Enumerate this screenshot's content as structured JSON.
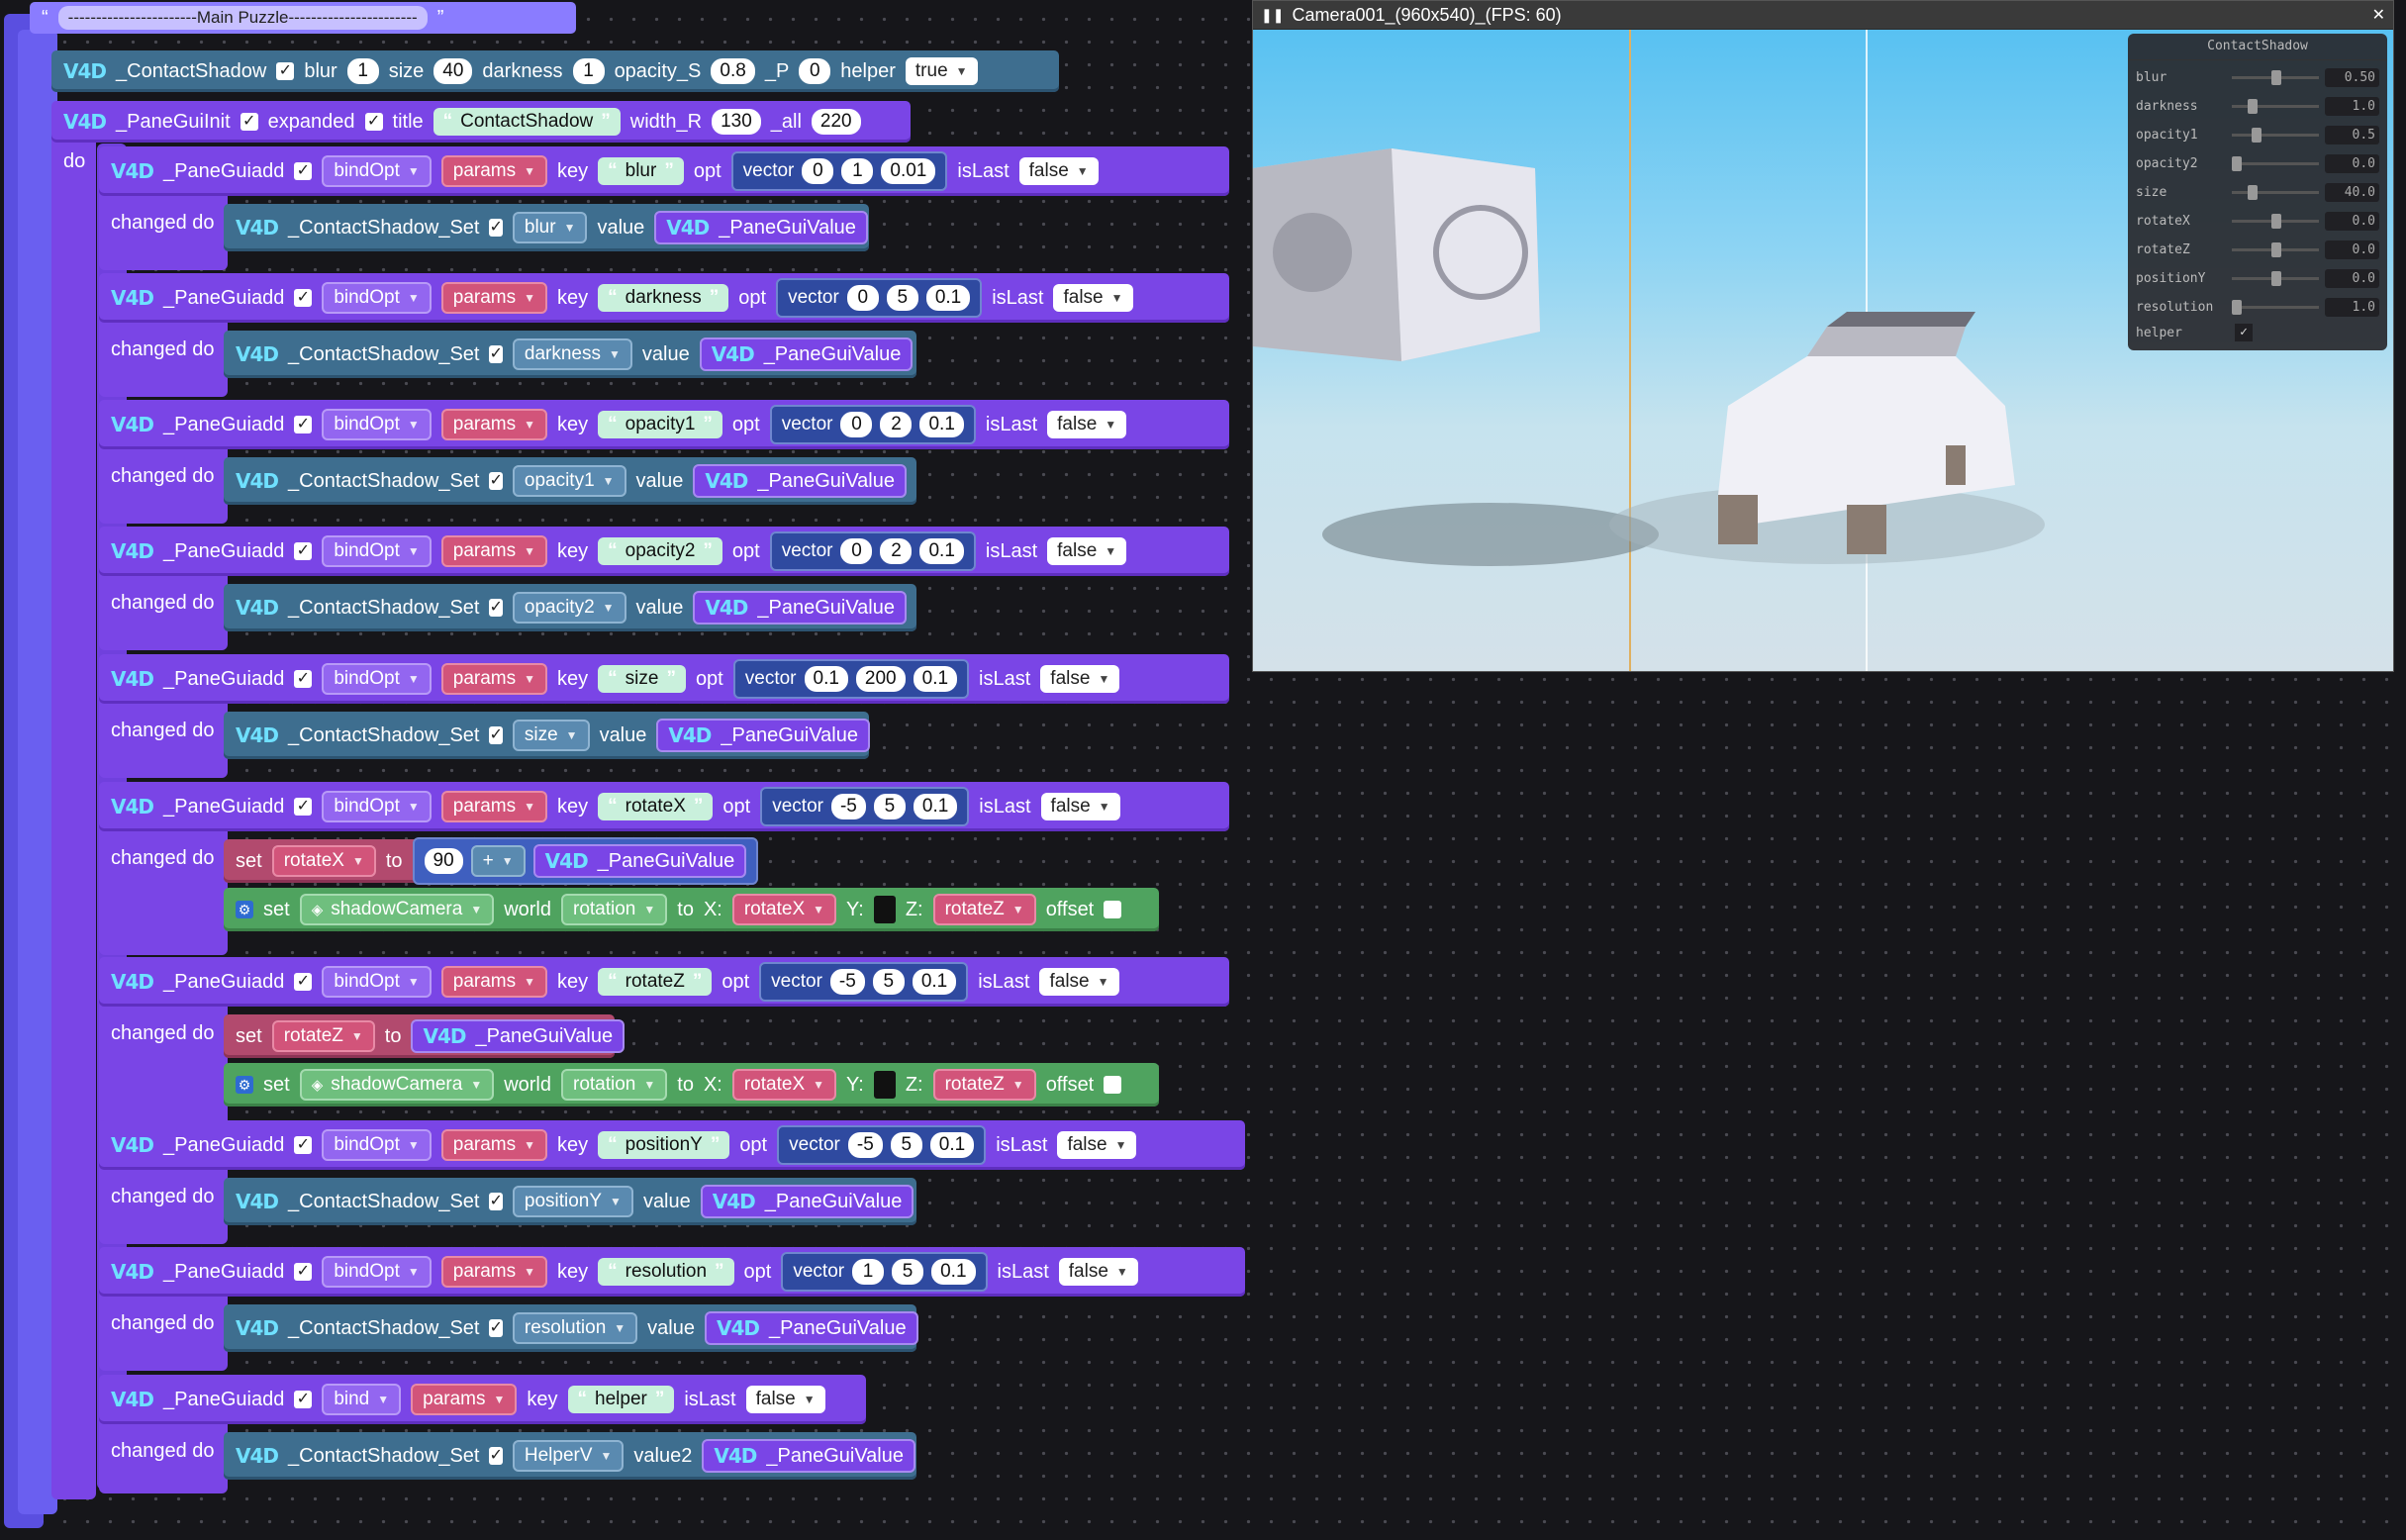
{
  "hat": {
    "quote_open": "“",
    "label": "-----------------------Main Puzzle-----------------------",
    "quote_close": "”"
  },
  "contact_shadow": {
    "v4d": "V4D",
    "name": "_ContactShadow",
    "check": "✓",
    "blur_label": "blur",
    "blur": "1",
    "size_label": "size",
    "size": "40",
    "darkness_label": "darkness",
    "darkness": "1",
    "opacity_label": "opacity_S",
    "opacity": "0.8",
    "p_label": "_P",
    "p": "0",
    "helper_label": "helper",
    "helper": "true"
  },
  "pane_init": {
    "v4d": "V4D",
    "name": "_PaneGuiInit",
    "check": "✓",
    "expanded_label": "expanded",
    "title_label": "title",
    "title": "ContactShadow",
    "width_label": "width_R",
    "width": "130",
    "all_label": "_all",
    "all": "220"
  },
  "do_label": "do",
  "common": {
    "v4d": "V4D",
    "pane_add": "_PaneGuiadd",
    "bindopt": "bindOpt",
    "bind": "bind",
    "params": "params",
    "key_label": "key",
    "opt_label": "opt",
    "vector_label": "vector",
    "islast_label": "isLast",
    "islast": "false",
    "changed_do": "changed do",
    "cs_set": "_ContactShadow_Set",
    "value_label": "value",
    "value2_label": "value2",
    "pgv": "_PaneGuiValue",
    "check": "✓",
    "set_label": "set",
    "to_label": "to",
    "world_label": "world",
    "rotation_label": "rotation",
    "x_label": "X:",
    "y_label": "Y:",
    "z_label": "Z:",
    "offset_label": "offset",
    "shadow_camera": "shadowCamera",
    "op": "+",
    "ninety": "90",
    "quote_open": "“",
    "quote_close": "”"
  },
  "entries": [
    {
      "key": "blur",
      "vec": [
        "0",
        "1",
        "0.01"
      ],
      "prop": "blur"
    },
    {
      "key": "darkness",
      "vec": [
        "0",
        "5",
        "0.1"
      ],
      "prop": "darkness"
    },
    {
      "key": "opacity1",
      "vec": [
        "0",
        "2",
        "0.1"
      ],
      "prop": "opacity1"
    },
    {
      "key": "opacity2",
      "vec": [
        "0",
        "2",
        "0.1"
      ],
      "prop": "opacity2"
    },
    {
      "key": "size",
      "vec": [
        "0.1",
        "200",
        "0.1"
      ],
      "prop": "size"
    },
    {
      "key": "rotateX",
      "vec": [
        "-5",
        "5",
        "0.1"
      ],
      "var": "rotateX"
    },
    {
      "key": "rotateZ",
      "vec": [
        "-5",
        "5",
        "0.1"
      ],
      "var": "rotateZ"
    },
    {
      "key": "positionY",
      "vec": [
        "-5",
        "5",
        "0.1"
      ],
      "prop": "positionY"
    },
    {
      "key": "resolution",
      "vec": [
        "1",
        "5",
        "0.1"
      ],
      "prop": "resolution"
    },
    {
      "key": "helper",
      "prop": "HelperV"
    }
  ],
  "viewport": {
    "title": "Camera001_(960x540)_(FPS: 60)",
    "close": "✕"
  },
  "pane": {
    "title": "ContactShadow",
    "rows": [
      {
        "label": "blur",
        "value": "0.50",
        "level": 0.5
      },
      {
        "label": "darkness",
        "value": "1.0",
        "level": 0.2
      },
      {
        "label": "opacity1",
        "value": "0.5",
        "level": 0.25
      },
      {
        "label": "opacity2",
        "value": "0.0",
        "level": 0.0
      },
      {
        "label": "size",
        "value": "40.0",
        "level": 0.2
      },
      {
        "label": "rotateX",
        "value": "0.0",
        "level": 0.5
      },
      {
        "label": "rotateZ",
        "value": "0.0",
        "level": 0.5
      },
      {
        "label": "positionY",
        "value": "0.0",
        "level": 0.5
      },
      {
        "label": "resolution",
        "value": "1.0",
        "level": 0.0
      }
    ],
    "helper_label": "helper",
    "helper_check": "✓"
  },
  "colors": {
    "background": "#16161a",
    "purple": "#7a45e6",
    "teal": "#3e6e8f",
    "green": "#4fa35f",
    "v4d": "#6fe0ff"
  }
}
